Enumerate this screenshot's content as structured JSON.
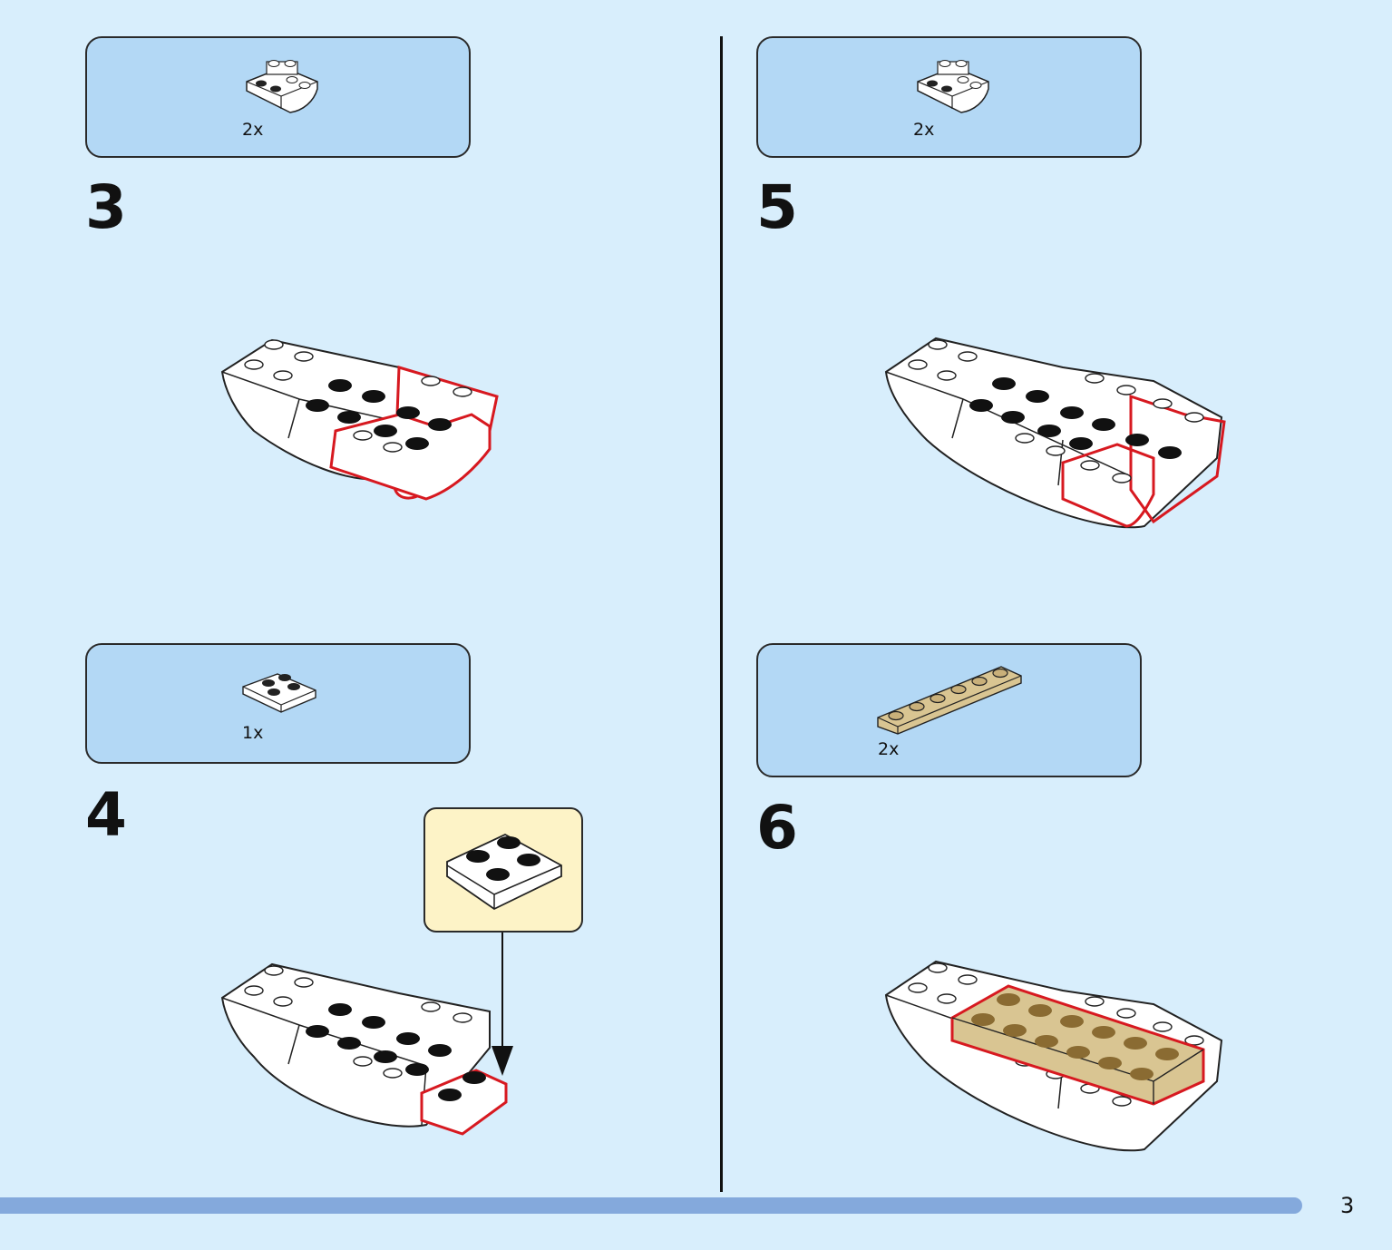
{
  "page": {
    "number": "3"
  },
  "steps": [
    {
      "number": "3",
      "parts": [
        {
          "part": "white-inverted-slope-brick",
          "qty": "2x"
        }
      ]
    },
    {
      "number": "4",
      "parts": [
        {
          "part": "white-2x2-plate",
          "qty": "1x"
        }
      ],
      "callout_part": "white-2x2-plate"
    },
    {
      "number": "5",
      "parts": [
        {
          "part": "white-inverted-slope-brick",
          "qty": "2x"
        }
      ]
    },
    {
      "number": "6",
      "parts": [
        {
          "part": "tan-1x6-plate",
          "qty": "2x"
        }
      ]
    }
  ],
  "colors": {
    "background": "#d8eefc",
    "parts_box": "#b3d8f5",
    "callout_box": "#fdf3c7",
    "highlight": "#d71920",
    "tan_plate": "#d9c592",
    "footer_bar": "#84a9dc"
  }
}
